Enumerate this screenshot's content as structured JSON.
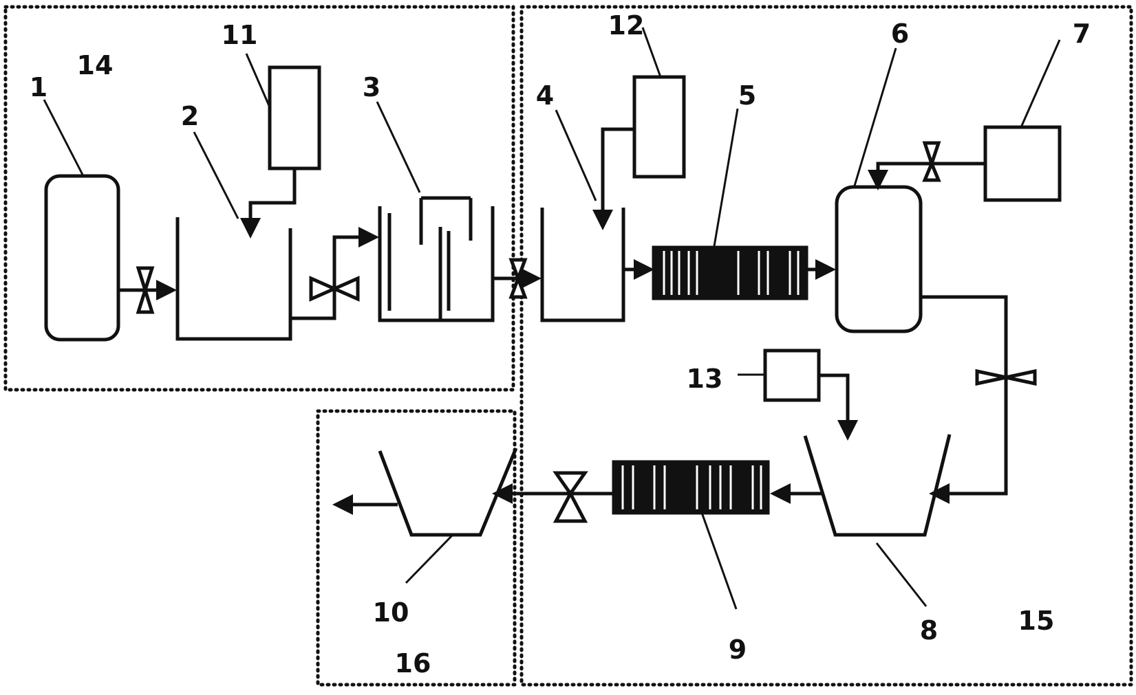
{
  "labels": {
    "n1": "1",
    "n2": "2",
    "n3": "3",
    "n4": "4",
    "n5": "5",
    "n6": "6",
    "n7": "7",
    "n8": "8",
    "n9": "9",
    "n10": "10",
    "n11": "11",
    "n12": "12",
    "n13": "13",
    "n14": "14",
    "n15": "15",
    "n16": "16"
  },
  "colors": {
    "line": "#111111",
    "background": "#ffffff"
  }
}
